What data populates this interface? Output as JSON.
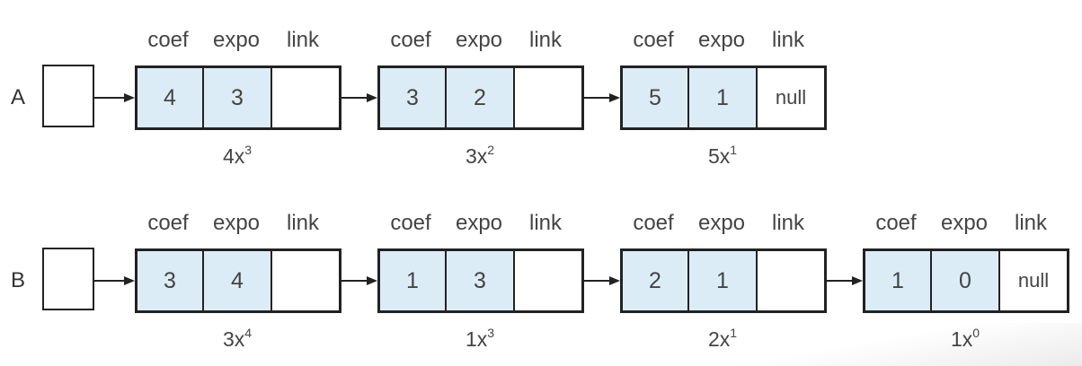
{
  "headers": {
    "coef": "coef",
    "expo": "expo",
    "link": "link"
  },
  "lists": [
    {
      "label": "A",
      "nodes": [
        {
          "coef": "4",
          "expo": "3",
          "link": "",
          "term_base": "4x",
          "term_exp": "3"
        },
        {
          "coef": "3",
          "expo": "2",
          "link": "",
          "term_base": "3x",
          "term_exp": "2"
        },
        {
          "coef": "5",
          "expo": "1",
          "link": "null",
          "term_base": "5x",
          "term_exp": "1"
        }
      ]
    },
    {
      "label": "B",
      "nodes": [
        {
          "coef": "3",
          "expo": "4",
          "link": "",
          "term_base": "3x",
          "term_exp": "4"
        },
        {
          "coef": "1",
          "expo": "3",
          "link": "",
          "term_base": "1x",
          "term_exp": "3"
        },
        {
          "coef": "2",
          "expo": "1",
          "link": "",
          "term_base": "2x",
          "term_exp": "1"
        },
        {
          "coef": "1",
          "expo": "0",
          "link": "null",
          "term_base": "1x",
          "term_exp": "0"
        }
      ]
    }
  ]
}
